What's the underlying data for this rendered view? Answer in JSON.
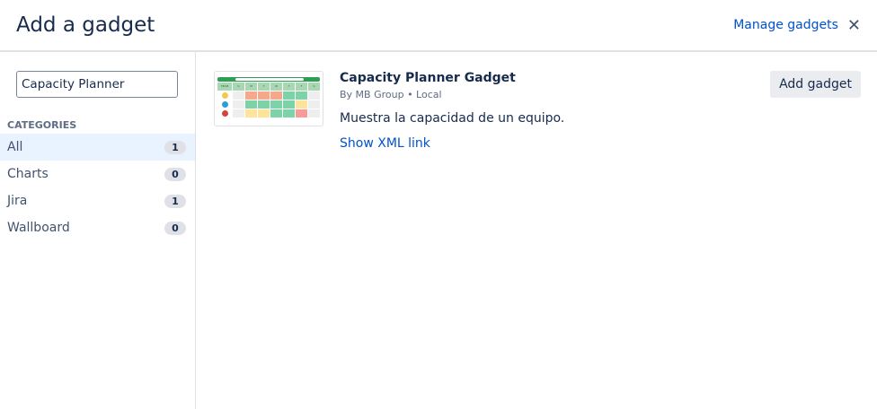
{
  "header": {
    "title": "Add a gadget",
    "manage_label": "Manage gadgets",
    "close_icon": "close-icon"
  },
  "sidebar": {
    "search_value": "Capacity Planner",
    "categories_heading": "CATEGORIES",
    "categories": [
      {
        "label": "All",
        "count": "1",
        "selected": true
      },
      {
        "label": "Charts",
        "count": "0"
      },
      {
        "label": "Jira",
        "count": "1"
      },
      {
        "label": "Wallboard",
        "count": "0"
      }
    ]
  },
  "gadget": {
    "name": "Capacity Planner Gadget",
    "meta": "By MB Group • Local",
    "description": "Muestra la capacidad de un equipo.",
    "xml_link": "Show XML link",
    "add_label": "Add gadget",
    "thumbnail": {
      "team_label": "TEAM",
      "days": [
        "S",
        "M",
        "T",
        "W",
        "T",
        "F",
        "S"
      ]
    }
  },
  "colors": {
    "link": "#0052cc",
    "selected": "#e9f2ff",
    "thumb_header": "#2e9e52"
  }
}
